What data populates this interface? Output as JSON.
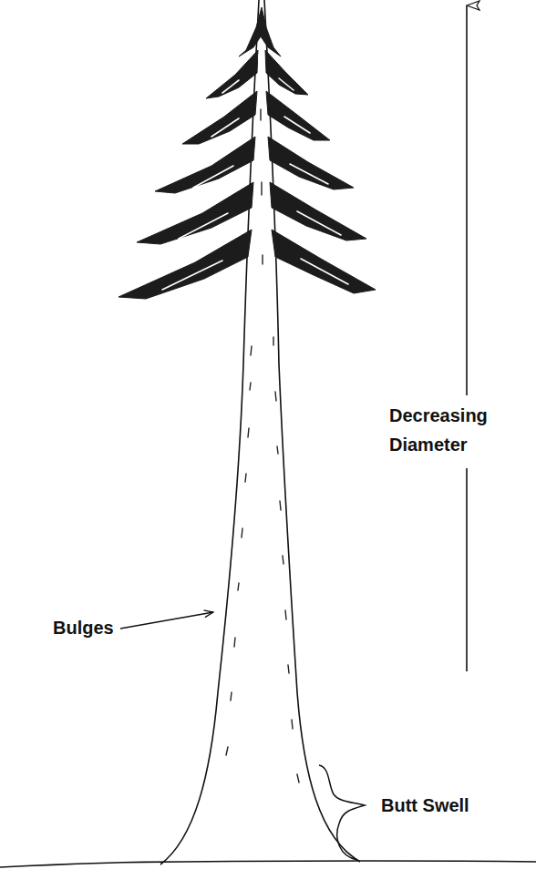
{
  "diagram": {
    "labels": [
      "Decreasing Diameter",
      "Bulges",
      "Butt Swell"
    ]
  }
}
